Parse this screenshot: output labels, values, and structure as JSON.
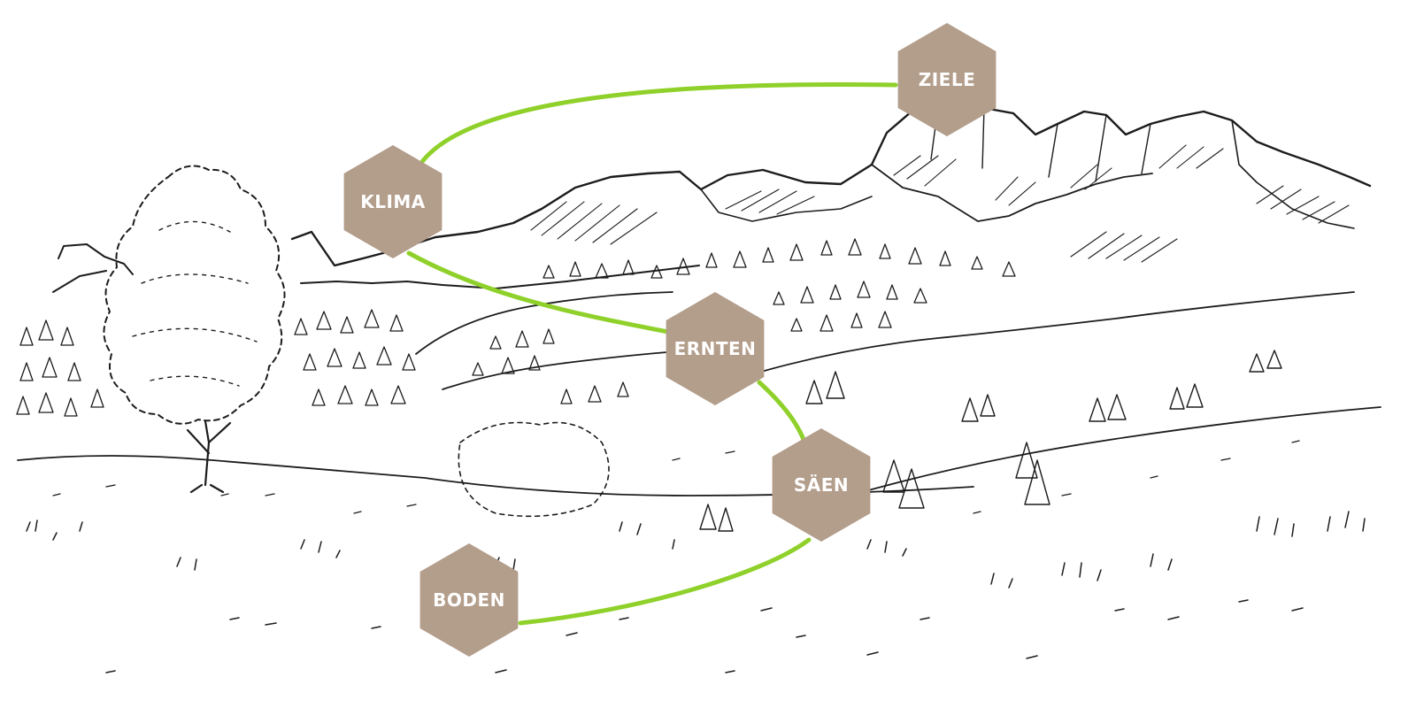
{
  "colors": {
    "connector": "#8fd12a",
    "hexagon": "#b39d8b",
    "hexagon_text": "#ffffff",
    "ink": "#1c1c1c"
  },
  "nodes": [
    {
      "id": "ziele",
      "label": "ZIELE"
    },
    {
      "id": "klima",
      "label": "KLIMA"
    },
    {
      "id": "ernten",
      "label": "ERNTEN"
    },
    {
      "id": "saeen",
      "label": "SÄEN"
    },
    {
      "id": "boden",
      "label": "BODEN"
    }
  ],
  "connections": [
    {
      "from": "ziele",
      "to": "klima"
    },
    {
      "from": "klima",
      "to": "ernten"
    },
    {
      "from": "ernten",
      "to": "saeen"
    },
    {
      "from": "saeen",
      "to": "boden"
    }
  ],
  "background_icon": "mountain-landscape-sketch"
}
